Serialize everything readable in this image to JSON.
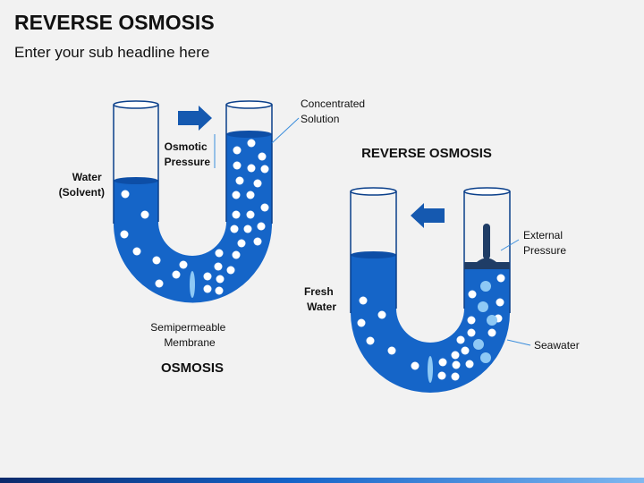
{
  "slide": {
    "title": "REVERSE OSMOSIS",
    "subtitle": "Enter your sub headline here"
  },
  "osmosis": {
    "caption": "OSMOSIS",
    "water_label": [
      "Water",
      "(Solvent)"
    ],
    "pressure_label": [
      "Osmotic",
      "Pressure"
    ],
    "solution_label": [
      "Concentrated",
      "Solution"
    ],
    "membrane_label": [
      "Semipermeable",
      "Membrane"
    ],
    "arrow_direction": "right"
  },
  "reverse_osmosis": {
    "caption": "REVERSE OSMOSIS",
    "fresh_label": [
      "Fresh",
      "Water"
    ],
    "external_label": [
      "External",
      "Pressure"
    ],
    "seawater_label": "Seawater",
    "arrow_direction": "left"
  },
  "colors": {
    "water": "#1565c8",
    "water_dark": "#0d4ea6",
    "tube_stroke": "#0a3f8a",
    "arrow": "#1559b0",
    "particle": "#ffffff",
    "salt_particle": "#8ec9f5",
    "piston": "#1f3d66",
    "callout_line": "#3a8ddc"
  },
  "icons": {
    "right-arrow": "right-arrow-icon",
    "left-arrow": "left-arrow-icon",
    "piston": "piston-icon"
  }
}
